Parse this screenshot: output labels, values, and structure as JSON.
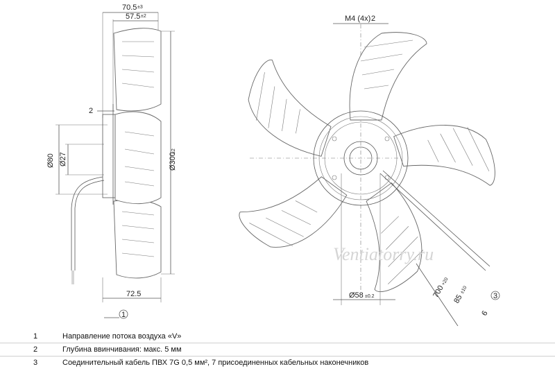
{
  "dimensions": {
    "d70_5": "70.5",
    "d70_5_tol": "±3",
    "d57_5": "57.5",
    "d57_5_tol": "±2",
    "d2_left": "2",
    "d80": "Ø80",
    "d27": "Ø27",
    "d300": "Ø300",
    "d300_tol": "±2",
    "d72_5": "72.5",
    "m4": "M4 (4x)",
    "m4_ref": "2",
    "d58": "Ø58",
    "d58_tol": "±0.2",
    "d700": "700",
    "d700_tol": "+20",
    "d85": "85",
    "d85_tol": "±10",
    "d6": "6",
    "ref1": "1",
    "ref3": "3"
  },
  "watermark": "Ventiatorry.ru",
  "legend": [
    {
      "num": "1",
      "text": "Направление потока воздуха «V»"
    },
    {
      "num": "2",
      "text": "Глубина ввинчивания: макс. 5 мм"
    },
    {
      "num": "3",
      "text": "Соединительный кабель ПВХ 7G 0,5 мм², 7 присоединенных кабельных наконечников"
    }
  ]
}
